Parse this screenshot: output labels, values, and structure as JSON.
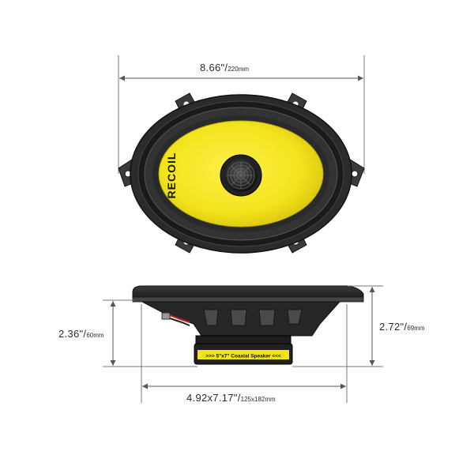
{
  "product": {
    "brand_logo": "RECOIL",
    "magnet_label": ">>> 5\"x7\" Coaxial Speaker <<<"
  },
  "dimensions": {
    "width": {
      "main": "8.66\"/",
      "metric": "220mm"
    },
    "depth": {
      "main": "2.36\"/",
      "metric": "60mm"
    },
    "height": {
      "main": "2.72\"/",
      "metric": "69mm"
    },
    "cone": {
      "main": "4.92x7.17\"/",
      "metric": "125x182mm"
    }
  },
  "colors": {
    "cone_yellow": "#f2e31c",
    "frame_dark": "#2a2a2a",
    "dimension_line": "#555555"
  }
}
